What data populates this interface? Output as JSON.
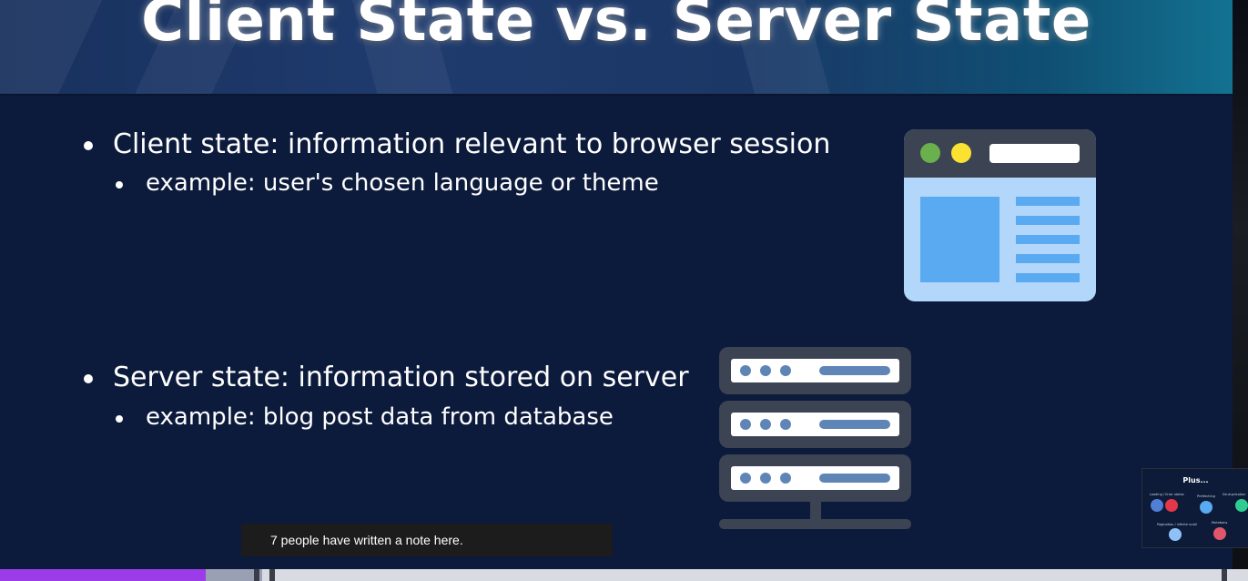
{
  "slide": {
    "title": "Client State vs. Server State",
    "bullets": [
      {
        "text": "Client state: information relevant to browser session",
        "sub": "example: user's chosen language or theme",
        "icon": "browser-window-icon"
      },
      {
        "text": "Server state: information stored on server",
        "sub": "example: blog post data from database",
        "icon": "server-rack-icon"
      }
    ]
  },
  "note_banner": {
    "text": "7 people have written a note here."
  },
  "thumbnail": {
    "title": "Plus...",
    "labels": [
      "Loading / Error states",
      "Prefetching",
      "De-duplication",
      "Pagination / infinite scroll",
      "Mutations"
    ]
  },
  "progress": {
    "played_fraction": 0.165,
    "buffered_fraction": 0.21
  },
  "colors": {
    "slide_bg": "#0c1a3b",
    "icon_light_blue": "#b3d6fb",
    "icon_blue": "#5aaaf2",
    "icon_gray": "#3c4352",
    "dot_green": "#6ab04c",
    "dot_yellow": "#fbe232",
    "progress_purple": "#9b3ce8"
  }
}
